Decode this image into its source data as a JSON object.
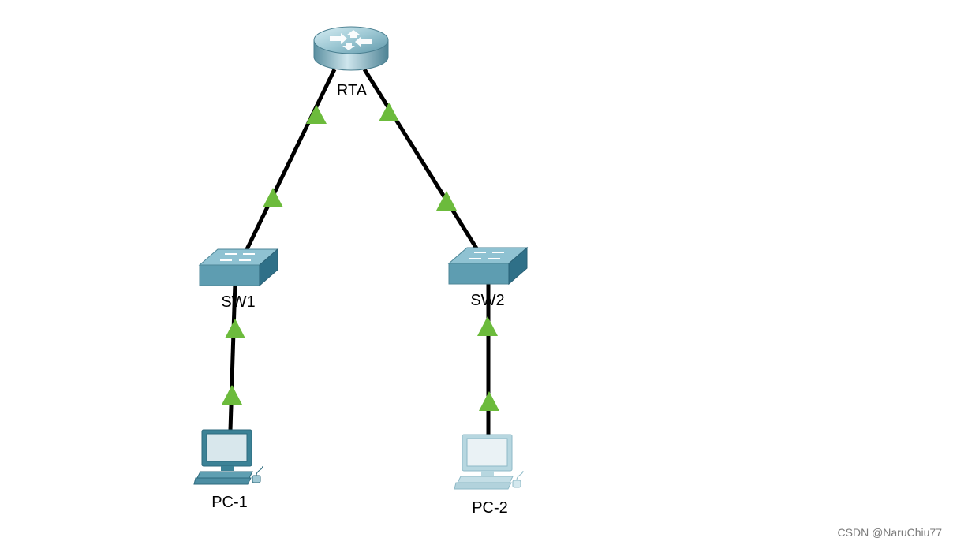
{
  "topology": {
    "devices": [
      {
        "id": "rta",
        "type": "router",
        "label": "RTA"
      },
      {
        "id": "sw1",
        "type": "switch",
        "label": "SW1"
      },
      {
        "id": "sw2",
        "type": "switch",
        "label": "SW2"
      },
      {
        "id": "pc1",
        "type": "pc",
        "label": "PC-1",
        "style": "active"
      },
      {
        "id": "pc2",
        "type": "pc",
        "label": "PC-2",
        "style": "faded"
      }
    ],
    "links": [
      {
        "from": "rta",
        "to": "sw1",
        "status": "up"
      },
      {
        "from": "rta",
        "to": "sw2",
        "status": "up"
      },
      {
        "from": "sw1",
        "to": "pc1",
        "status": "up"
      },
      {
        "from": "sw2",
        "to": "pc2",
        "status": "up"
      }
    ],
    "link_color": "#000000",
    "port_status_color": "#6cbb3c"
  },
  "watermark": "CSDN @NaruChiu77"
}
